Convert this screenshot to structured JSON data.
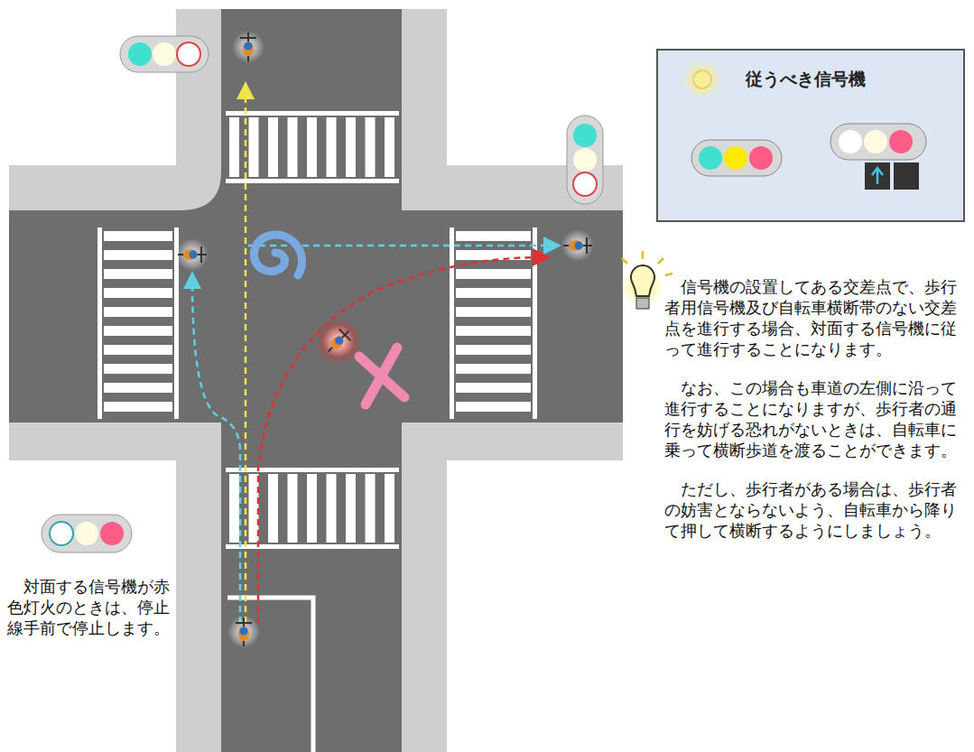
{
  "diagram": {
    "nodes": [
      {
        "text": [
          "従うべき信号機"
        ]
      }
    ],
    "labels": [
      "信号機の設置してある交差点で、歩行者用信号機及び自転車横断帯のない交差点を進行する場合、対面する信号機に従って進行することになります。",
      "なお、この場合も車道の左側に沿って進行することになりますが、歩行者の通行を妨げる恐れがないときは、自転車に乗って横断歩道を渡ることができます。",
      "ただし、歩行者がある場合は、歩行者の妨害とならないよう、自転車から降りて押して横断するようにしましょう。",
      "対面する信号機が赤色灯火のときは、停止線手前で停止します。"
    ]
  }
}
